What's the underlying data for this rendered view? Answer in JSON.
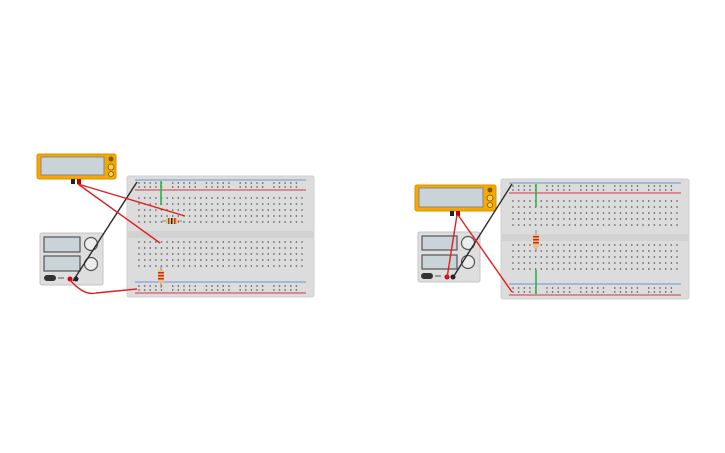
{
  "app": {
    "title": ""
  },
  "colors": {
    "background": "#ffffff",
    "breadboard": "#dcdcdc",
    "breadboard_edge": "#cfcfcf",
    "hole": "#5a5a5a",
    "rail_red": "#d0021b",
    "rail_blue": "#4a7bd0",
    "multimeter_body": "#f5a800",
    "lcd": "#c9d3d8",
    "psu_body": "#dedede",
    "wire_red": "#e02020",
    "wire_black": "#2a2a2a",
    "wire_green": "#2fb24a",
    "resistor_body": "#e8c27a"
  },
  "circuits": [
    {
      "name": "circuit-left",
      "multimeter": {
        "icon": "multimeter-icon",
        "display": ""
      },
      "power_supply": {
        "icon": "power-supply-icon",
        "voltage_display": "",
        "current_display": ""
      },
      "breadboard": {
        "icon": "breadboard-icon"
      },
      "resistors": [
        {
          "icon": "resistor-icon",
          "orientation": "horizontal"
        },
        {
          "icon": "resistor-icon",
          "orientation": "vertical"
        }
      ]
    },
    {
      "name": "circuit-right",
      "multimeter": {
        "icon": "multimeter-icon",
        "display": ""
      },
      "power_supply": {
        "icon": "power-supply-icon",
        "voltage_display": "",
        "current_display": ""
      },
      "breadboard": {
        "icon": "breadboard-icon"
      },
      "resistors": [
        {
          "icon": "resistor-icon",
          "orientation": "vertical"
        }
      ]
    }
  ]
}
